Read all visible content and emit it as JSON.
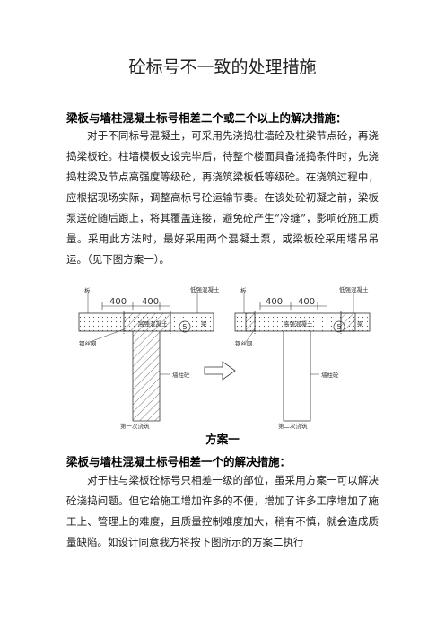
{
  "title": "砼标号不一致的处理措施",
  "section1": {
    "heading": "梁板与墙柱混凝土标号相差二个或二个以上的解决措施：",
    "paragraph": "对于不同标号混凝土，可采用先浇捣柱墙砼及柱梁节点砼，再浇捣梁板砼。柱墙模板支设完毕后，待整个楼面具备浇捣条件时，先浇捣柱梁及节点高强度等级砼，再浇筑梁板低等级砼。在浇筑过程中，应根据现场实际，调整高标号砼运输节奏。在该处砼初凝之前，梁板泵送砼随后跟上，将其覆盖连接，避免砼产生“冷缝”，影响砼施工质量。采用此方法时，最好采用两个混凝土泵，或梁板砼采用塔吊吊运。（见下图方案一）。"
  },
  "diagram": {
    "left": {
      "slab": "板",
      "dim1": "400",
      "dim2": "400",
      "low": "低强混凝土",
      "high": "高强混凝土",
      "beam": "梁",
      "mesh": "钢丝网",
      "wall": "墙柱砼",
      "pour": "第一次浇筑"
    },
    "right": {
      "slab": "板",
      "dim1": "400",
      "dim2": "400",
      "low": "低强混凝土",
      "high": "高强混凝土",
      "beam": "梁",
      "mesh": "钢丝网",
      "wall": "墙柱砼",
      "pour": "第二次浇筑"
    }
  },
  "caption": "方案一",
  "section2": {
    "heading": "梁板与墙柱混凝土标号相差一个的解决措施：",
    "paragraph": "对于柱与梁板砼标号只相差一级的部位，虽采用方案一可以解决砼浇捣问题。但它给施工增加许多的不便，增加了许多工序增加了施工上、管理上的难度，且质量控制难度加大，稍有不慎，就会造成质量缺陷。如设计同意我方将按下图所示的方案二执行"
  }
}
